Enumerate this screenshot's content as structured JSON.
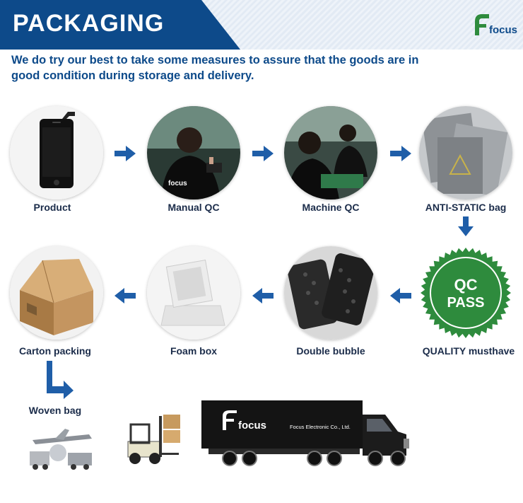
{
  "header": {
    "title": "PACKAGING",
    "brand": "focus"
  },
  "intro": {
    "line1": "We do try our best to take some measures to assure that the goods are in",
    "line2": "good condition during storage and delivery."
  },
  "steps": [
    {
      "label": "Product"
    },
    {
      "label": "Manual QC"
    },
    {
      "label": "Machine QC"
    },
    {
      "label": "ANTI-STATIC bag"
    },
    {
      "label": "QUALITY musthave",
      "seal_top": "QC",
      "seal_bottom": "PASS"
    },
    {
      "label": "Double bubble"
    },
    {
      "label": "Foam box"
    },
    {
      "label": "Carton packing"
    },
    {
      "label": "Woven bag"
    }
  ],
  "truck": {
    "brand": "focus",
    "company": "Focus Electronic Co., Ltd."
  },
  "shirt_text": "focus",
  "colors": {
    "brand_blue": "#0d4a8a",
    "arrow_blue": "#1f5ea8",
    "seal_green": "#2e8b3d"
  }
}
